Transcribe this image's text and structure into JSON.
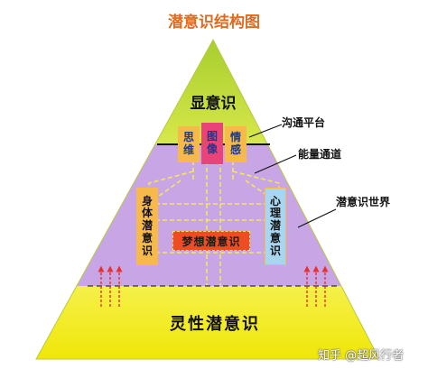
{
  "title": "潜意识结构图",
  "layers": {
    "top": "显意识",
    "bottom": "灵性潜意识"
  },
  "boxes": {
    "thinking": "思维",
    "image": "图像",
    "emotion": "情感",
    "body": "身体潜意识",
    "mind": "心理潜意识",
    "dream": "梦想潜意识"
  },
  "labels": {
    "channel": "沟通平台",
    "energy": "能量通道",
    "world": "潜意识世界"
  },
  "watermark": "知乎 @超风行者",
  "colors": {
    "title": "#e06a1e",
    "yellow": "#f2ee1b",
    "purple": "#c8a6e6",
    "green": "#b2d23a",
    "orange_box": "#f7b94a",
    "pink_box": "#e9437a",
    "blue_box": "#a8d6f0",
    "dream_box": "#ee4c22",
    "arrow": "#e53030"
  }
}
